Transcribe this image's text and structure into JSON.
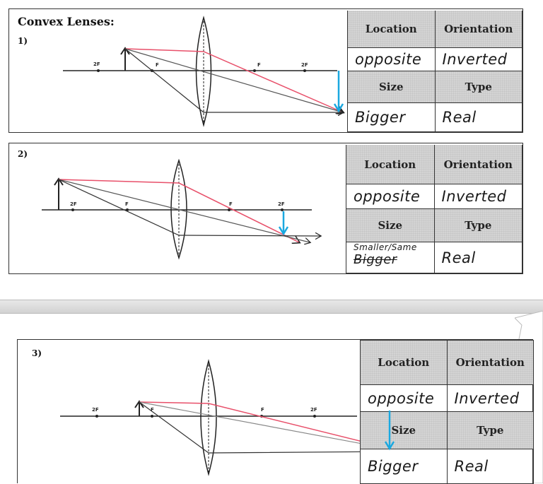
{
  "sheet": {
    "title": "Convex Lenses:"
  },
  "problems": [
    {
      "number": "1)",
      "focal_labels": [
        "2F",
        "F",
        "F",
        "2F"
      ],
      "table": {
        "location_header": "Location",
        "orientation_header": "Orientation",
        "size_header": "Size",
        "type_header": "Type",
        "location_answer": "opposite",
        "orientation_answer": "Inverted",
        "size_answer": "Bigger",
        "type_answer": "Real"
      }
    },
    {
      "number": "2)",
      "focal_labels": [
        "2F",
        "F",
        "F",
        "2F"
      ],
      "table": {
        "location_header": "Location",
        "orientation_header": "Orientation",
        "size_header": "Size",
        "type_header": "Type",
        "location_answer": "opposite",
        "orientation_answer": "Inverted",
        "size_answer": "Smaller/Same",
        "size_answer_crossed": "Bigger",
        "type_answer": "Real"
      }
    },
    {
      "number": "3)",
      "focal_labels": [
        "2F",
        "F",
        "F",
        "2F"
      ],
      "table": {
        "location_header": "Location",
        "orientation_header": "Orientation",
        "size_header": "Size",
        "type_header": "Type",
        "location_answer": "opposite",
        "orientation_answer": "Inverted",
        "size_answer": "Bigger",
        "type_answer": "Real"
      }
    }
  ],
  "colors": {
    "ray_pink": "#e8506a",
    "image_blue": "#1aa8e0",
    "ink": "#222222"
  }
}
